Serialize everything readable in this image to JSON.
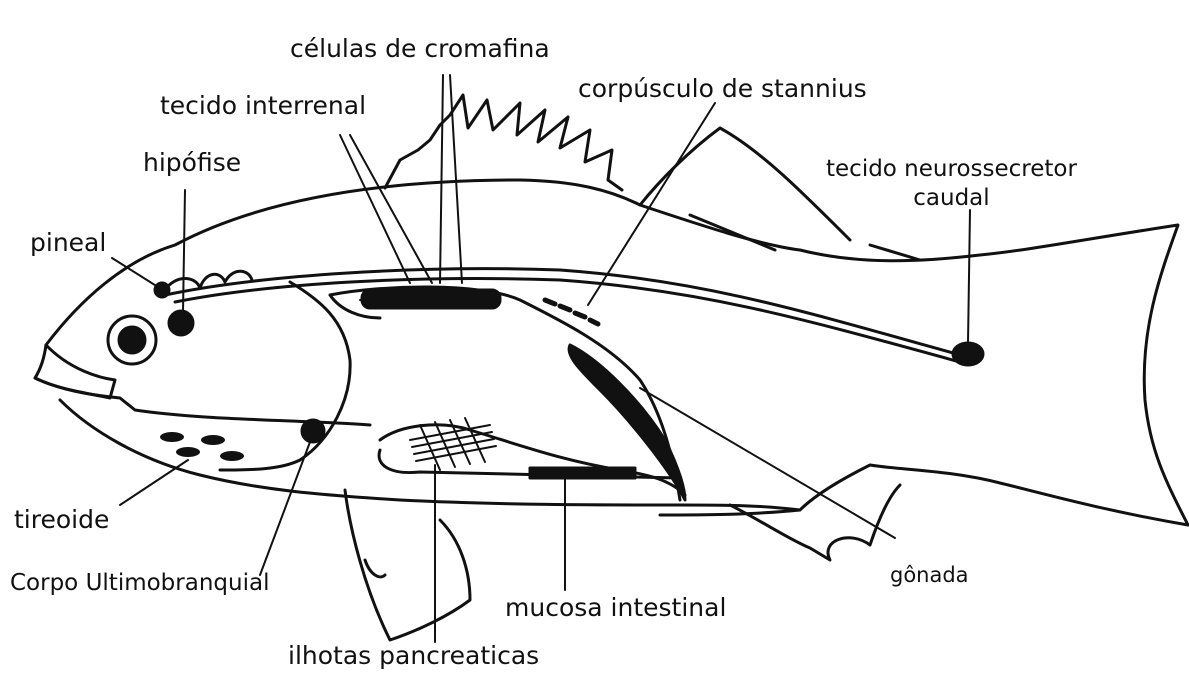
{
  "labels": {
    "celulas_cromafina": "células de cromafina",
    "corpusculo_stannius": "corpúsculo de stannius",
    "tecido_interrenal": "tecido interrenal",
    "hipofise": "hipófise",
    "tecido_neurossecretor_line1": "tecido neurossecretor",
    "tecido_neurossecretor_line2": "caudal",
    "pineal": "pineal",
    "tireoide": "tireoide",
    "corpo_ultimobranquial": "Corpo Ultimobranquial",
    "gonada": "gônada",
    "mucosa_intestinal": "mucosa intestinal",
    "ilhotas_pancreaticas": "ilhotas pancreaticas"
  },
  "colors": {
    "ink": "#111111",
    "paper": "#ffffff"
  }
}
